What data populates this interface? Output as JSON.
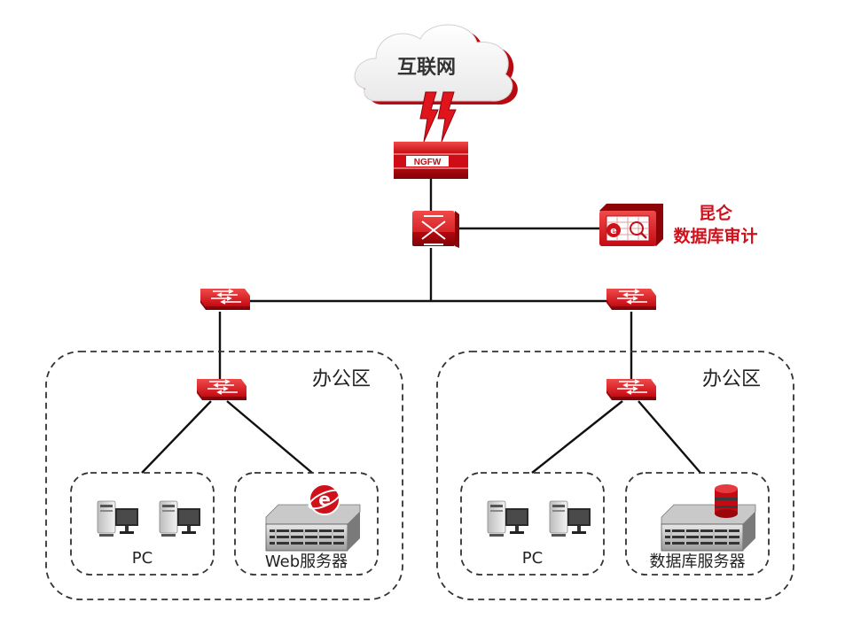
{
  "cloud": {
    "label": "互联网"
  },
  "firewall": {
    "label": "NGFW"
  },
  "audit": {
    "line1": "昆仑",
    "line2": "数据库审计"
  },
  "zones": [
    {
      "label": "办公区",
      "groups": [
        {
          "label": "PC"
        },
        {
          "label": "Web服务器"
        }
      ]
    },
    {
      "label": "办公区",
      "groups": [
        {
          "label": "PC"
        },
        {
          "label": "数据库服务器"
        }
      ]
    }
  ],
  "colors": {
    "accent": "#d0111b",
    "line": "#111111",
    "dash": "#333333"
  }
}
